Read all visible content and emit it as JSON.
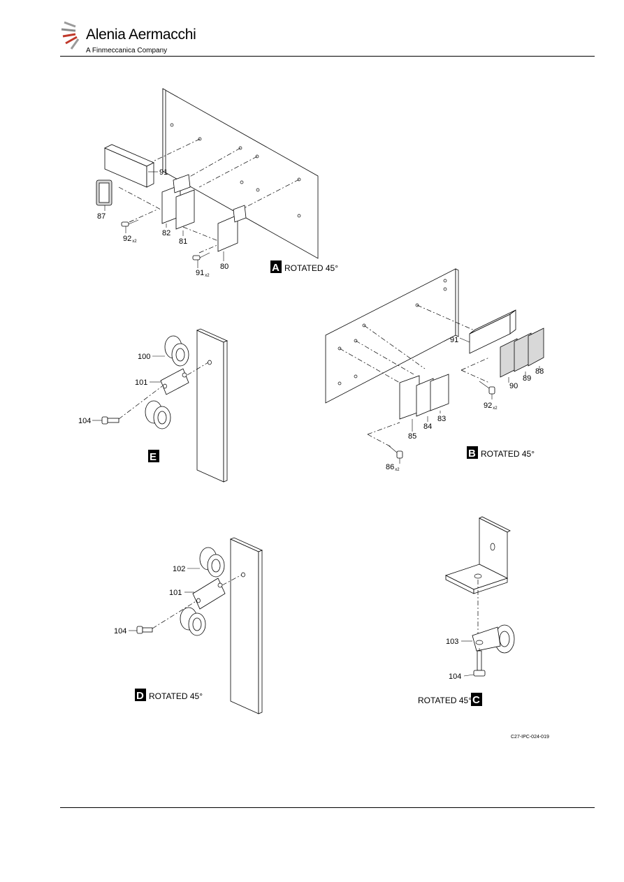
{
  "header": {
    "brand": "Alenia Aermacchi",
    "subtitle": "A Finmeccanica Company"
  },
  "views": {
    "A": {
      "letter": "A",
      "caption": "ROTATED 45°"
    },
    "B": {
      "letter": "B",
      "caption": "ROTATED 45°"
    },
    "C": {
      "letter": "C",
      "caption": "ROTATED 45°"
    },
    "D": {
      "letter": "D",
      "caption": "ROTATED 45°"
    },
    "E": {
      "letter": "E"
    }
  },
  "callouts": {
    "a91": "91",
    "a87": "87",
    "a82": "82",
    "a81": "81",
    "a80": "80",
    "a92": "92",
    "a92_qty": "x2",
    "a91b": "91",
    "a91b_qty": "x2",
    "b91": "91",
    "b88": "88",
    "b89": "89",
    "b90": "90",
    "b92": "92",
    "b92_qty": "x2",
    "b83": "83",
    "b84": "84",
    "b85": "85",
    "b86": "86",
    "b86_qty": "x2",
    "e100": "100",
    "e101": "101",
    "e104": "104",
    "d102": "102",
    "d101": "101",
    "d104": "104",
    "c103": "103",
    "c104": "104"
  },
  "figure_ref": "C27-IPC-024-019"
}
